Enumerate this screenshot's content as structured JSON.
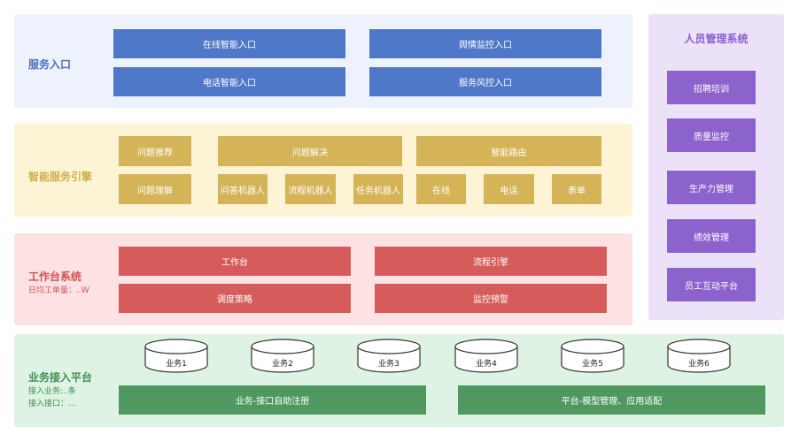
{
  "colors": {
    "blue": "#5078c8",
    "yellow": "#d4b456",
    "red": "#d65b5b",
    "green": "#4f9960",
    "purple": "#8c62cc"
  },
  "service_entry": {
    "title": "服务入口",
    "items": [
      "在线智能入口",
      "舆情监控入口",
      "电话智能入口",
      "服务风控入口"
    ]
  },
  "ai_engine": {
    "title": "智能服务引擎",
    "items": [
      "问题推荐",
      "问题解决",
      "智能路由",
      "问题理解",
      "问答机器人",
      "流程机器人",
      "任务机器人",
      "在线",
      "电话",
      "表单"
    ]
  },
  "workbench": {
    "title": "工作台系统",
    "subtitle": "日均工单量：..W",
    "items": [
      "工作台",
      "流程引擎",
      "调度策略",
      "监控预警"
    ]
  },
  "business": {
    "title": "业务接入平台",
    "sub1": "接入业务:..条",
    "sub2": "接入接口：...",
    "databases": [
      "业务1",
      "业务2",
      "业务3",
      "业务4",
      "业务5",
      "业务6"
    ],
    "bars": [
      "业务-接口自助注册",
      "平台-模型管理、应用适配"
    ]
  },
  "personnel": {
    "title": "人员管理系统",
    "items": [
      "招聘培训",
      "质量监控",
      "生产力管理",
      "绩效管理",
      "员工互动平台"
    ]
  }
}
